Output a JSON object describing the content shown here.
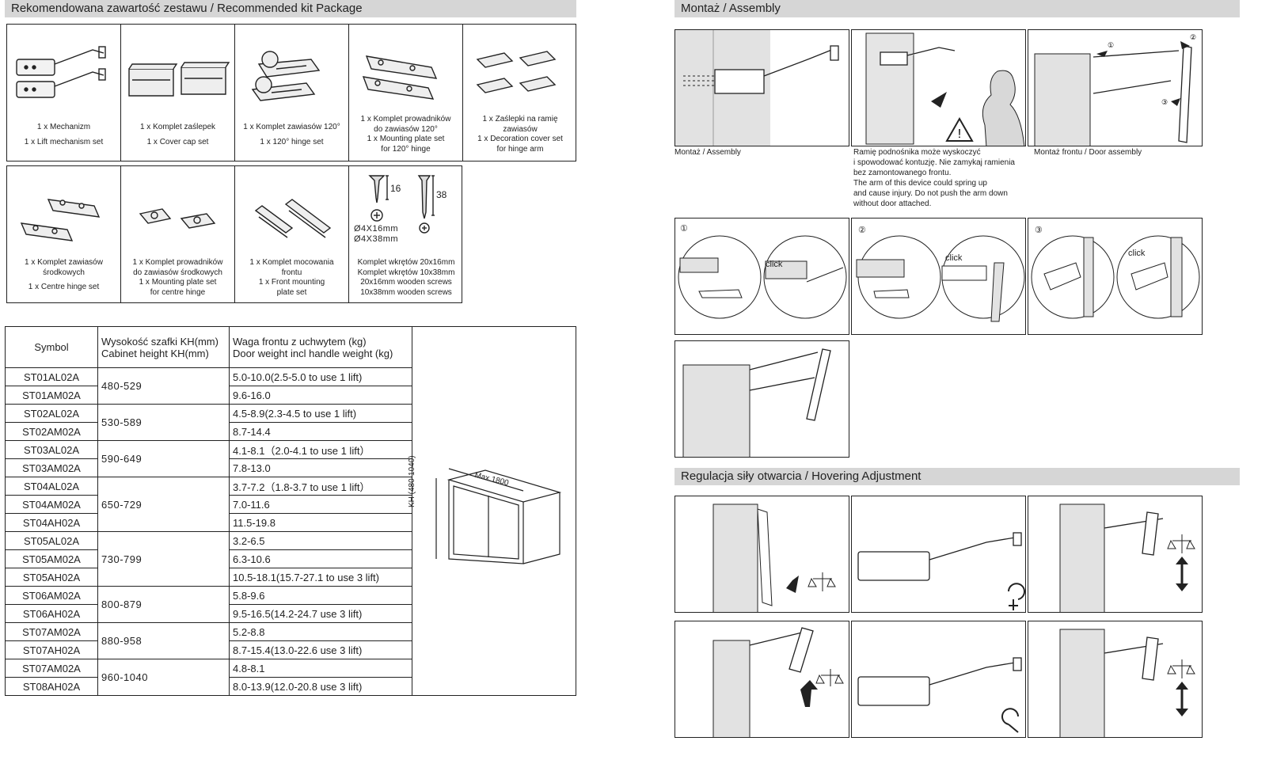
{
  "headers": {
    "kit": "Rekomendowana zawartość zestawu / Recommended kit Package",
    "assembly": "Montaż / Assembly",
    "hovering": "Regulacja siły otwarcia / Hovering Adjustment"
  },
  "kit_row1": [
    {
      "lines": [
        "1 x Mechanizm",
        "1 x Lift mechanism set"
      ],
      "icon": "lift-mechanism"
    },
    {
      "lines": [
        "1 x Komplet zaślepek",
        "1 x Cover cap set"
      ],
      "icon": "cover-cap"
    },
    {
      "lines": [
        "1 x Komplet zawiasów 120°",
        "1 x 120° hinge set"
      ],
      "icon": "hinge"
    },
    {
      "lines": [
        "1 x Komplet prowadników",
        "do zawiasów 120°",
        "1 x Mounting plate set",
        "for 120° hinge"
      ],
      "icon": "mounting-plate"
    },
    {
      "lines": [
        "1 x Zaślepki na ramię",
        "zawiasów",
        "1 x Decoration cover set",
        "for hinge arm"
      ],
      "icon": "decoration-cover"
    }
  ],
  "kit_row2": [
    {
      "lines": [
        "1 x Komplet zawiasów",
        "środkowych",
        "1 x Centre hinge set"
      ],
      "icon": "centre-hinge"
    },
    {
      "lines": [
        "1 x Komplet prowadników",
        "do zawiasów środkowych",
        "1 x Mounting plate set",
        "for centre hinge"
      ],
      "icon": "centre-plate"
    },
    {
      "lines": [
        "1 x Komplet mocowania",
        "frontu",
        "1 x Front mounting",
        "plate set"
      ],
      "icon": "front-mounting"
    },
    {
      "lines": [
        "Komplet wkrętów 20x16mm",
        "Komplet wkrętów 10x38mm",
        "20x16mm wooden screws",
        "10x38mm wooden screws"
      ],
      "icon": "screws"
    }
  ],
  "screws": {
    "len_short": "16",
    "len_long": "38",
    "size_short": "Ø4X16mm",
    "size_long": "Ø4X38mm"
  },
  "table": {
    "head": {
      "symbol": "Symbol",
      "height_pl": "Wysokość szafki  KH(mm)",
      "height_en": "Cabinet height KH(mm)",
      "weight_pl": "Waga frontu z uchwytem (kg)",
      "weight_en": "Door weight incl handle weight (kg)"
    },
    "groups": [
      {
        "height": "480-529",
        "rows": [
          [
            "ST01AL02A",
            "5.0-10.0(2.5-5.0 to use 1 lift)"
          ],
          [
            "ST01AM02A",
            "9.6-16.0"
          ]
        ]
      },
      {
        "height": "530-589",
        "rows": [
          [
            "ST02AL02A",
            "4.5-8.9(2.3-4.5 to use 1 lift)"
          ],
          [
            "ST02AM02A",
            "8.7-14.4"
          ]
        ]
      },
      {
        "height": "590-649",
        "rows": [
          [
            "ST03AL02A",
            "4.1-8.1（2.0-4.1 to use 1 lift）"
          ],
          [
            "ST03AM02A",
            "7.8-13.0"
          ]
        ]
      },
      {
        "height": "650-729",
        "rows": [
          [
            "ST04AL02A",
            "3.7-7.2（1.8-3.7 to use 1 lift）"
          ],
          [
            "ST04AM02A",
            "7.0-11.6"
          ],
          [
            "ST04AH02A",
            "11.5-19.8"
          ]
        ]
      },
      {
        "height": "730-799",
        "rows": [
          [
            "ST05AL02A",
            "3.2-6.5"
          ],
          [
            "ST05AM02A",
            "6.3-10.6"
          ],
          [
            "ST05AH02A",
            "10.5-18.1(15.7-27.1 to use 3 lift)"
          ]
        ]
      },
      {
        "height": "800-879",
        "rows": [
          [
            "ST06AM02A",
            "5.8-9.6"
          ],
          [
            "ST06AH02A",
            "9.5-16.5(14.2-24.7 use 3 lift)"
          ]
        ]
      },
      {
        "height": "880-958",
        "rows": [
          [
            "ST07AM02A",
            "5.2-8.8"
          ],
          [
            "ST07AH02A",
            "8.7-15.4(13.0-22.6 use 3 lift)"
          ]
        ]
      },
      {
        "height": "960-1040",
        "rows": [
          [
            "ST07AM02A",
            "4.8-8.1"
          ],
          [
            "ST08AH02A",
            "8.0-13.9(12.0-20.8 use 3 lift)"
          ]
        ]
      }
    ],
    "cabinet": {
      "width_label": "Max.1800",
      "height_label": "KH (480-1040)"
    }
  },
  "assembly": {
    "cap1": "Montaż / Assembly",
    "warning": [
      "Ramię podnośnika może wyskoczyć",
      "i spowodować kontuzję. Nie zamykaj ramienia",
      "bez zamontowanego frontu.",
      "The arm of this device could spring up",
      "and cause injury. Do not push the arm down",
      "without door attached."
    ],
    "cap3": "Montaż frontu / Door assembly",
    "steps": [
      "①",
      "②",
      "③"
    ],
    "click": "click"
  }
}
